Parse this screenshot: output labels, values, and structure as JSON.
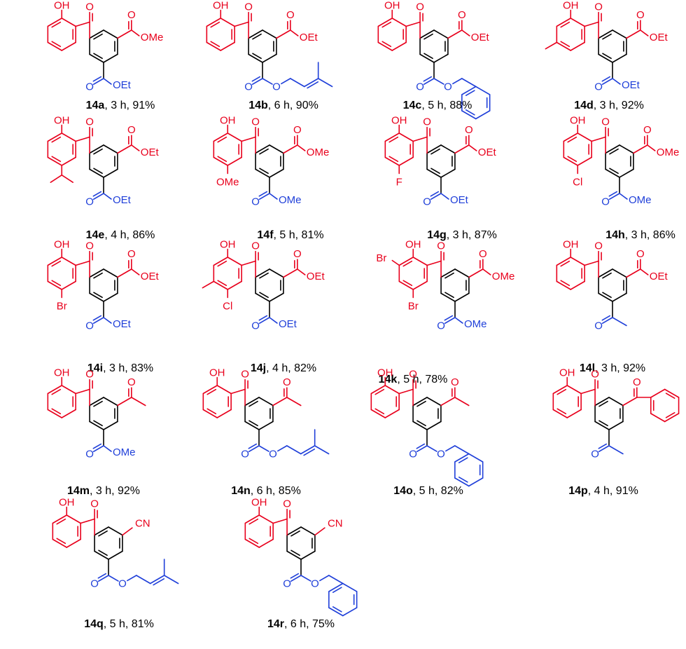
{
  "colors": {
    "core": "#000000",
    "aroyl": "#e8001c",
    "ester": "#1f3fd9",
    "label": "#000000"
  },
  "compounds": [
    {
      "id": "14a",
      "conditions": ", 3 h, 91%",
      "ring_subs": [],
      "top_right": {
        "type": "ester",
        "alkoxy": "OMe",
        "color": "aroyl"
      },
      "bottom": {
        "type": "ester",
        "alkoxy": "OEt",
        "color": "ester"
      }
    },
    {
      "id": "14b",
      "conditions": ", 6 h, 90%",
      "ring_subs": [],
      "top_right": {
        "type": "ester",
        "alkoxy": "OEt",
        "color": "aroyl"
      },
      "bottom": {
        "type": "prenyl",
        "color": "ester"
      }
    },
    {
      "id": "14c",
      "conditions": ", 5 h, 88%",
      "ring_subs": [],
      "top_right": {
        "type": "ester",
        "alkoxy": "OEt",
        "color": "aroyl"
      },
      "bottom": {
        "type": "benzyl",
        "color": "ester"
      }
    },
    {
      "id": "14d",
      "conditions": ", 3 h, 92%",
      "ring_subs": [
        {
          "pos": "p5",
          "type": "methyl"
        }
      ],
      "top_right": {
        "type": "ester",
        "alkoxy": "OEt",
        "color": "aroyl"
      },
      "bottom": {
        "type": "ester",
        "alkoxy": "OEt",
        "color": "ester"
      }
    },
    {
      "id": "14e",
      "conditions": ", 4 h, 86%",
      "ring_subs": [
        {
          "pos": "p4",
          "type": "isopropyl"
        }
      ],
      "top_right": {
        "type": "ester",
        "alkoxy": "OEt",
        "color": "aroyl"
      },
      "bottom": {
        "type": "ester",
        "alkoxy": "OEt",
        "color": "ester"
      }
    },
    {
      "id": "14f",
      "conditions": ", 5 h, 81%",
      "ring_subs": [
        {
          "pos": "p4",
          "type": "label",
          "text": "OMe"
        }
      ],
      "top_right": {
        "type": "ester",
        "alkoxy": "OMe",
        "color": "aroyl"
      },
      "bottom": {
        "type": "ester",
        "alkoxy": "OMe",
        "color": "ester"
      }
    },
    {
      "id": "14g",
      "conditions": ", 3 h, 87%",
      "ring_subs": [
        {
          "pos": "p4",
          "type": "label",
          "text": "F"
        }
      ],
      "top_right": {
        "type": "ester",
        "alkoxy": "OEt",
        "color": "aroyl"
      },
      "bottom": {
        "type": "ester",
        "alkoxy": "OEt",
        "color": "ester"
      }
    },
    {
      "id": "14h",
      "conditions": ", 3 h, 86%",
      "ring_subs": [
        {
          "pos": "p4",
          "type": "label",
          "text": "Cl"
        }
      ],
      "top_right": {
        "type": "ester",
        "alkoxy": "OMe",
        "color": "aroyl"
      },
      "bottom": {
        "type": "ester",
        "alkoxy": "OMe",
        "color": "ester"
      }
    },
    {
      "id": "14i",
      "conditions": ", 3 h, 83%",
      "ring_subs": [
        {
          "pos": "p4",
          "type": "label",
          "text": "Br"
        }
      ],
      "top_right": {
        "type": "ester",
        "alkoxy": "OEt",
        "color": "aroyl"
      },
      "bottom": {
        "type": "ester",
        "alkoxy": "OEt",
        "color": "ester"
      }
    },
    {
      "id": "14j",
      "conditions": ", 4 h, 82%",
      "ring_subs": [
        {
          "pos": "p5",
          "type": "methyl"
        },
        {
          "pos": "p4",
          "type": "label",
          "text": "Cl"
        }
      ],
      "top_right": {
        "type": "ester",
        "alkoxy": "OEt",
        "color": "aroyl"
      },
      "bottom": {
        "type": "ester",
        "alkoxy": "OEt",
        "color": "ester"
      }
    },
    {
      "id": "14k",
      "conditions": ", 5 h, 78%",
      "ring_subs": [
        {
          "pos": "p1",
          "type": "label",
          "text": "Br"
        },
        {
          "pos": "p4",
          "type": "label",
          "text": "Br"
        }
      ],
      "top_right": {
        "type": "ester",
        "alkoxy": "OMe",
        "color": "aroyl"
      },
      "bottom": {
        "type": "ester",
        "alkoxy": "OMe",
        "color": "ester"
      }
    },
    {
      "id": "14l",
      "conditions": ", 3 h, 92%",
      "ring_subs": [],
      "top_right": {
        "type": "ester",
        "alkoxy": "OEt",
        "color": "aroyl"
      },
      "bottom": {
        "type": "acetyl",
        "color": "ester"
      }
    },
    {
      "id": "14m",
      "conditions": ", 3 h, 92%",
      "ring_subs": [],
      "top_right": {
        "type": "acetyl",
        "color": "aroyl"
      },
      "bottom": {
        "type": "ester",
        "alkoxy": "OMe",
        "color": "ester"
      }
    },
    {
      "id": "14n",
      "conditions": ", 6 h, 85%",
      "ring_subs": [],
      "top_right": {
        "type": "acetyl",
        "color": "aroyl"
      },
      "bottom": {
        "type": "prenyl",
        "color": "ester"
      }
    },
    {
      "id": "14o",
      "conditions": ", 5 h, 82%",
      "ring_subs": [],
      "top_right": {
        "type": "acetyl",
        "color": "aroyl"
      },
      "bottom": {
        "type": "benzyl",
        "color": "ester"
      }
    },
    {
      "id": "14p",
      "conditions": ", 4 h, 91%",
      "ring_subs": [],
      "top_right": {
        "type": "benzoyl",
        "color": "aroyl"
      },
      "bottom": {
        "type": "acetyl",
        "color": "ester"
      }
    },
    {
      "id": "14q",
      "conditions": ", 5 h, 81%",
      "ring_subs": [],
      "top_right": {
        "type": "nitrile",
        "text": "CN",
        "color": "aroyl"
      },
      "bottom": {
        "type": "prenyl",
        "color": "ester"
      }
    },
    {
      "id": "14r",
      "conditions": ", 6 h, 75%",
      "ring_subs": [],
      "top_right": {
        "type": "nitrile",
        "text": "CN",
        "color": "aroyl"
      },
      "bottom": {
        "type": "benzyl",
        "color": "ester"
      }
    }
  ],
  "atom_labels": {
    "hydroxyl": "OH",
    "carbonyl_o": "O",
    "ester_o": "O"
  }
}
